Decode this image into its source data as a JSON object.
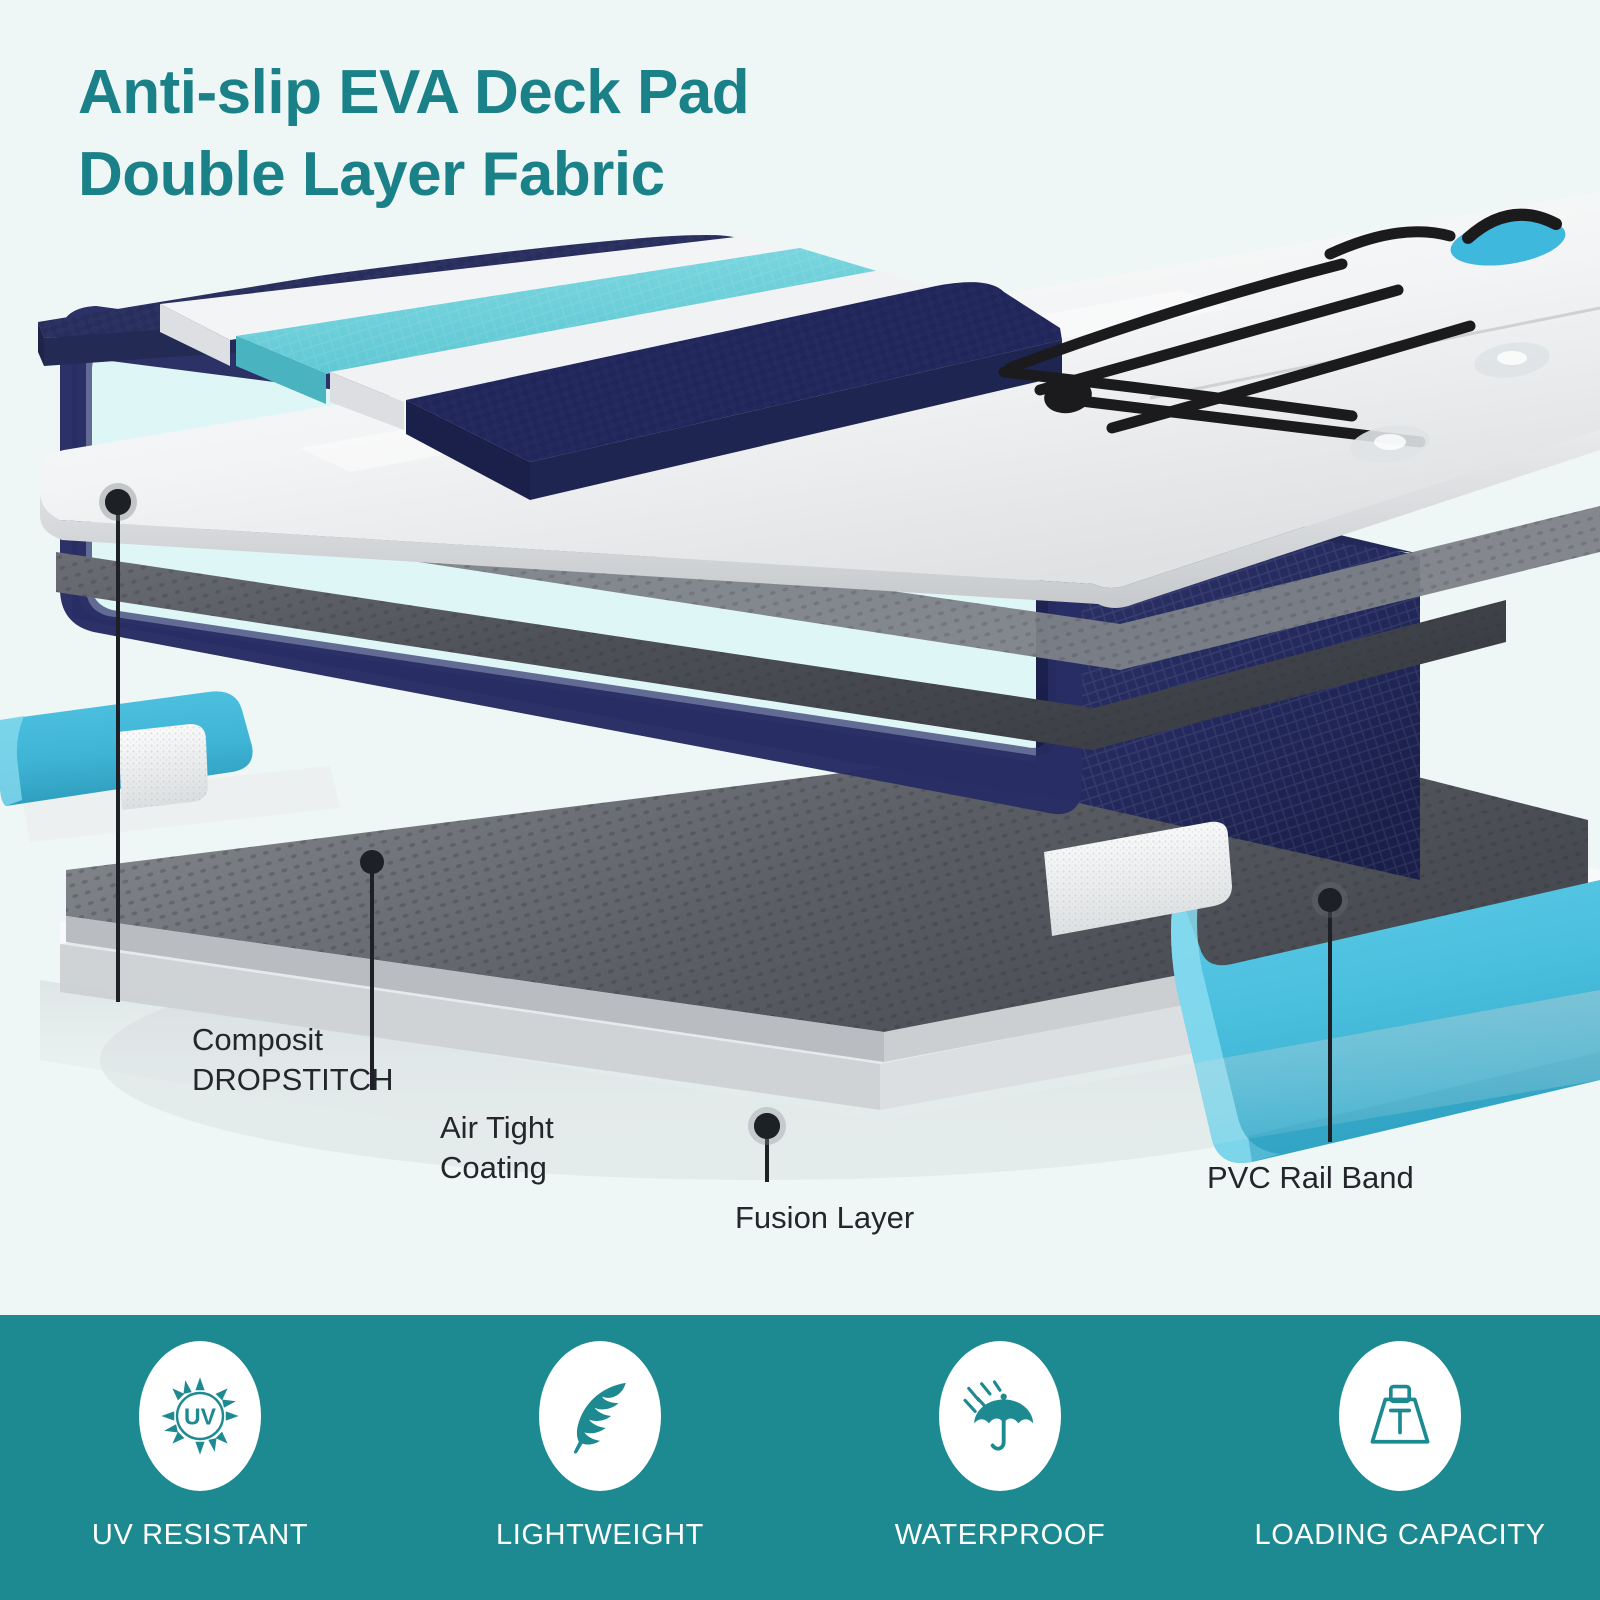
{
  "background_color": "#eff7f6",
  "brand_teal": "#1b8188",
  "footer_teal": "#1d8a92",
  "heading": {
    "line1": "Anti-slip EVA Deck Pad",
    "line2": "Double Layer Fabric"
  },
  "illustration": {
    "description": "Exploded cross-section view of an inflatable stand-up paddle board showing its construction layers",
    "layer_colors": {
      "deck_pad_navy": "#2a2f59",
      "deck_pad_white": "#f1f2f4",
      "deck_pad_teal": "#6fd4dd",
      "dropstitch_thread": "#7fdfe2",
      "dropstitch_casing": "#242a5e",
      "fusion_layer_gray": "#4b4f55",
      "pvc_rail_band": "#4cc3e2",
      "board_top_white": "#f0f1f3",
      "bungee_cord": "#1c1c1c",
      "d_ring": "#d9dde0"
    }
  },
  "callouts": [
    {
      "id": "composit-dropstitch",
      "label": "Composit\nDROPSTITCH"
    },
    {
      "id": "air-tight-coating",
      "label": "Air Tight\nCoating"
    },
    {
      "id": "fusion-layer",
      "label": "Fusion Layer"
    },
    {
      "id": "pvc-rail-band",
      "label": "PVC Rail Band"
    }
  ],
  "features": [
    {
      "id": "uv-resistant",
      "icon": "uv-sun-icon",
      "label": "UV RESISTANT"
    },
    {
      "id": "lightweight",
      "icon": "feather-icon",
      "label": "LIGHTWEIGHT"
    },
    {
      "id": "waterproof",
      "icon": "umbrella-rain-icon",
      "label": "WATERPROOF"
    },
    {
      "id": "loading-capacity",
      "icon": "weight-icon",
      "label": "LOADING CAPACITY"
    }
  ]
}
